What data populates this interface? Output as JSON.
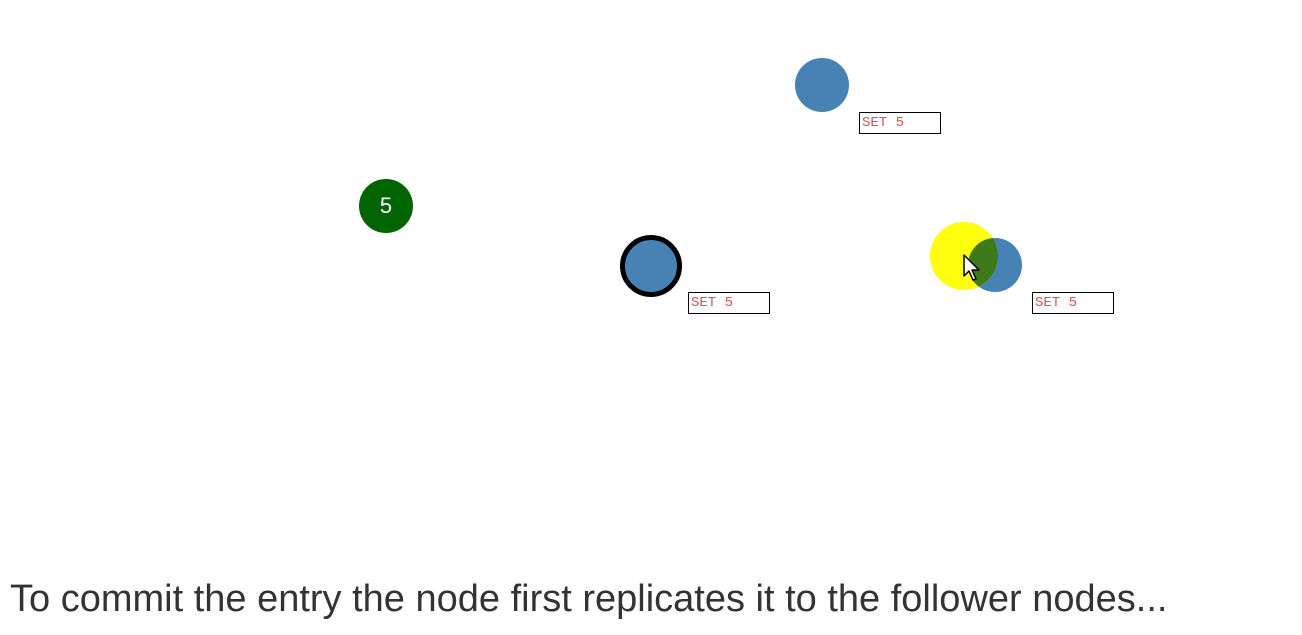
{
  "diagram": {
    "client": {
      "value": "5",
      "color": "#006400"
    },
    "nodes": [
      {
        "id": "leader",
        "role": "leader",
        "log_entry": "SET 5",
        "color": "#4682b4"
      },
      {
        "id": "follower-top",
        "role": "follower",
        "log_entry": "SET 5",
        "color": "#4682b4"
      },
      {
        "id": "follower-right",
        "role": "follower",
        "log_entry": "SET 5",
        "color": "#4682b4"
      }
    ],
    "message_color": "#ffff00",
    "uncommitted_entry_color": "#d9534f"
  },
  "caption": "To commit the entry the node first replicates it to the follower nodes..."
}
